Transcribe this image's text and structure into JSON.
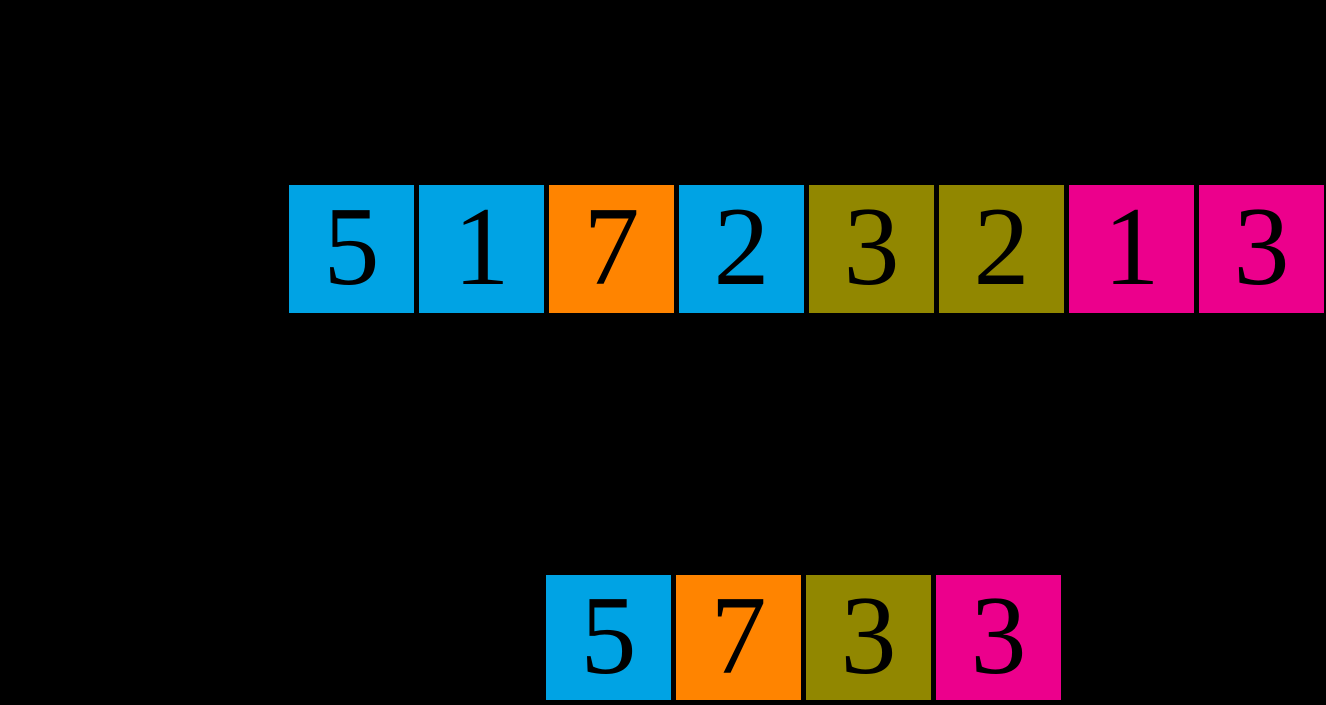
{
  "colors": {
    "background": "#000000",
    "digit": "#000000",
    "blue": "#00A3E4",
    "orange": "#FF8400",
    "olive": "#918700",
    "pink": "#EC008C"
  },
  "input_array": {
    "cells": [
      {
        "value": "5",
        "color": "#00A3E4"
      },
      {
        "value": "1",
        "color": "#00A3E4"
      },
      {
        "value": "7",
        "color": "#FF8400"
      },
      {
        "value": "2",
        "color": "#00A3E4"
      },
      {
        "value": "3",
        "color": "#918700"
      },
      {
        "value": "2",
        "color": "#918700"
      },
      {
        "value": "1",
        "color": "#EC008C"
      },
      {
        "value": "3",
        "color": "#EC008C"
      }
    ]
  },
  "output_array": {
    "cells": [
      {
        "value": "5",
        "color": "#00A3E4"
      },
      {
        "value": "7",
        "color": "#FF8400"
      },
      {
        "value": "3",
        "color": "#918700"
      },
      {
        "value": "3",
        "color": "#EC008C"
      }
    ]
  }
}
